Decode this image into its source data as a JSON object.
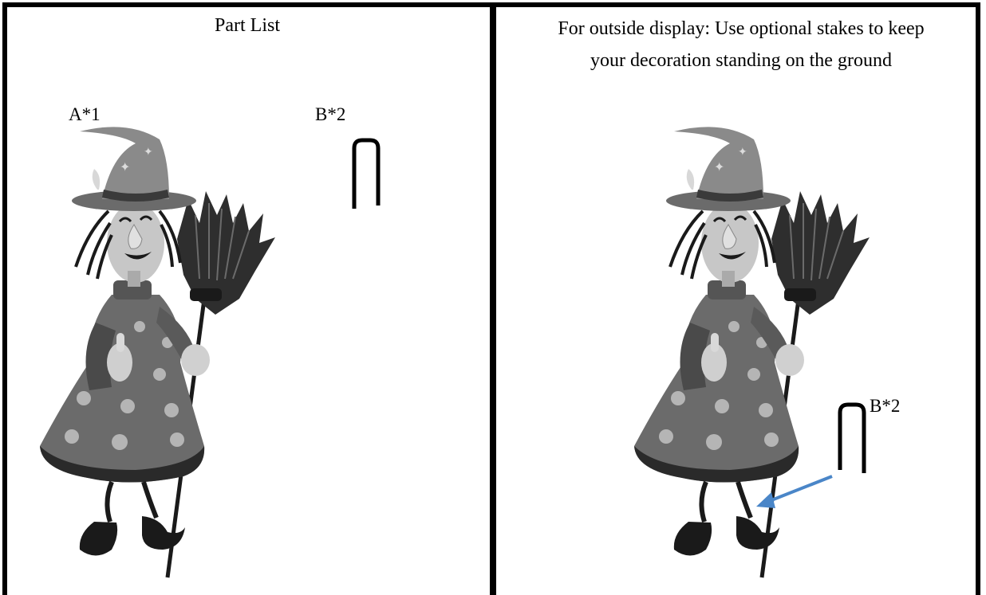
{
  "left_panel": {
    "title": "Part List",
    "part_a_label": "A*1",
    "part_b_label": "B*2"
  },
  "right_panel": {
    "instruction_line1": "For outside display: Use optional stakes to keep",
    "instruction_line2": "your decoration standing on the ground",
    "stake_label": "B*2"
  },
  "colors": {
    "border": "#000000",
    "arrow": "#4a86c8",
    "figure_gray": "#6b6b6b",
    "figure_dark": "#1a1a1a",
    "figure_light": "#bdbdbd"
  }
}
